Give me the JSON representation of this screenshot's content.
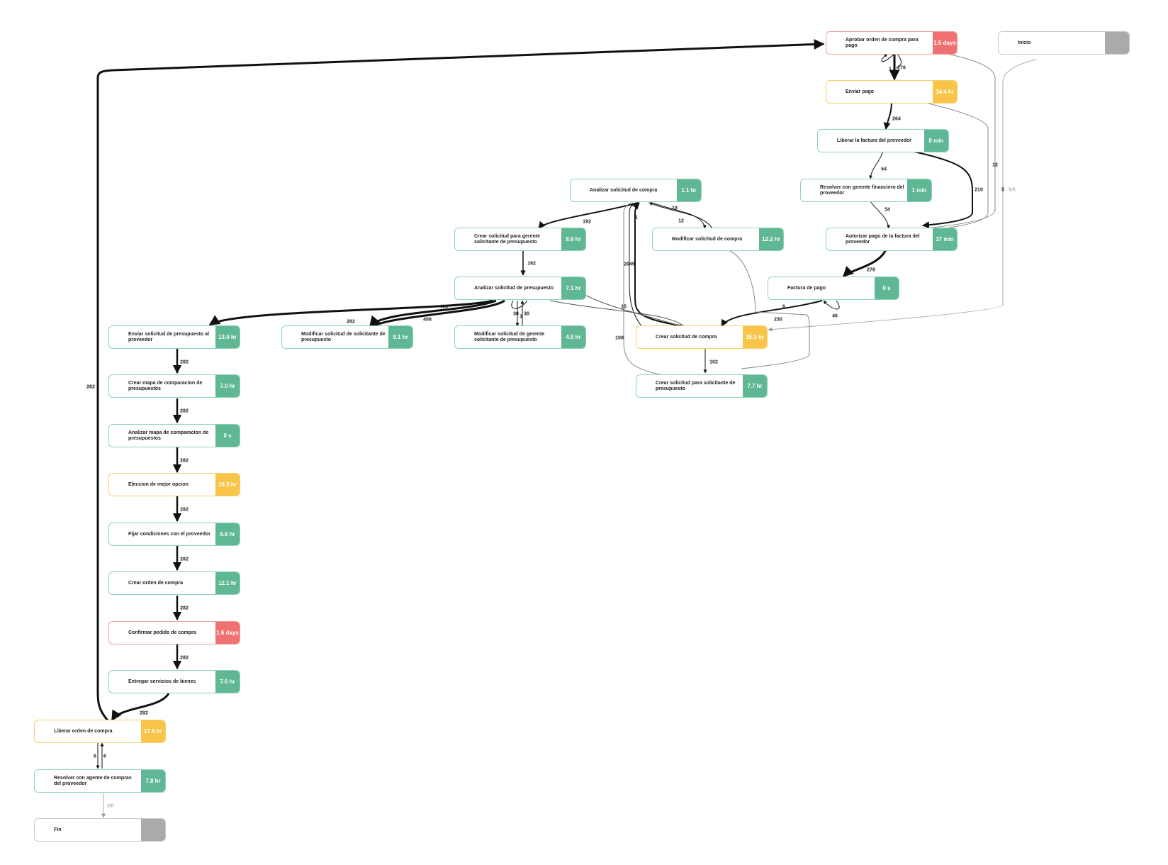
{
  "nodes": [
    {
      "id": "aprobar",
      "label": "Aprobar orden de compra para pago",
      "badge": "1.5 days",
      "kind": "red"
    },
    {
      "id": "inicio",
      "label": "Inicio",
      "badge": "",
      "kind": "gray"
    },
    {
      "id": "enviar_pago",
      "label": "Enviar pago",
      "badge": "14.4 hr",
      "kind": "yellow"
    },
    {
      "id": "liberar_factura",
      "label": "Liberar la factura del proveedor",
      "badge": "8 min",
      "kind": "green"
    },
    {
      "id": "analizar_compra",
      "label": "Analizar solicitud de compra",
      "badge": "1.1 hr",
      "kind": "green"
    },
    {
      "id": "resolver_gerente",
      "label": "Resolver con gerente financiero del proveedor",
      "badge": "1 min",
      "kind": "green"
    },
    {
      "id": "crear_gerente",
      "label": "Crear solicitud para gerente solicitante de presupuesto",
      "badge": "8.6 hr",
      "kind": "green"
    },
    {
      "id": "modificar_compra",
      "label": "Modificar solicitud de compra",
      "badge": "12.2 hr",
      "kind": "green"
    },
    {
      "id": "autorizar",
      "label": "Autorizar pago de la factura del proveedor",
      "badge": "37 min",
      "kind": "green"
    },
    {
      "id": "analizar_presupuesto",
      "label": "Analizar solicitud de presupuesto",
      "badge": "7.1 hr",
      "kind": "green"
    },
    {
      "id": "factura_pago",
      "label": "Factura de pago",
      "badge": "0 s",
      "kind": "green"
    },
    {
      "id": "enviar_proveedor",
      "label": "Enviar solicitud de presupuesto al proveedor",
      "badge": "13.0 hr",
      "kind": "green"
    },
    {
      "id": "modificar_solicitante",
      "label": "Modificar solicitud de solicitante de presupuesto",
      "badge": "9.1 hr",
      "kind": "green"
    },
    {
      "id": "modificar_gerente",
      "label": "Modificar solicitud de gerente solicitante de presupuesto",
      "badge": "4.9 hr",
      "kind": "green"
    },
    {
      "id": "crear_compra",
      "label": "Crear solicitud de compra",
      "badge": "15.3 hr",
      "kind": "yellow"
    },
    {
      "id": "crear_mapa",
      "label": "Crear mapa de comparacion de presupuestos",
      "badge": "7.0 hr",
      "kind": "green"
    },
    {
      "id": "crear_solicitante",
      "label": "Crear solicitud para solicitante de presupuesto",
      "badge": "7.7 hr",
      "kind": "green"
    },
    {
      "id": "analizar_mapa",
      "label": "Analizar mapa de comparacion de presupuestos",
      "badge": "0 s",
      "kind": "green"
    },
    {
      "id": "eleccion",
      "label": "Eleccion de mejor opcion",
      "badge": "16.5 hr",
      "kind": "yellow"
    },
    {
      "id": "fijar",
      "label": "Fijar condiciones con el proveedor",
      "badge": "6.6 hr",
      "kind": "green"
    },
    {
      "id": "crear_orden",
      "label": "Crear orden de compra",
      "badge": "12.1 hr",
      "kind": "green"
    },
    {
      "id": "confirmar",
      "label": "Confirmar pedido de compra",
      "badge": "1.6 days",
      "kind": "red"
    },
    {
      "id": "entregar",
      "label": "Entregar servicios de bienes",
      "badge": "7.6 hr",
      "kind": "green"
    },
    {
      "id": "liberar_orden",
      "label": "Liberar orden de compra",
      "badge": "17.6 hr",
      "kind": "yellow"
    },
    {
      "id": "resolver_agente",
      "label": "Resolver con agente de compras del proveedor",
      "badge": "7.8 hr",
      "kind": "green"
    },
    {
      "id": "fin",
      "label": "Fin",
      "badge": "",
      "kind": "gray"
    }
  ],
  "edge_labels": [
    {
      "id": "e1",
      "text": "1"
    },
    {
      "id": "e276a",
      "text": "276"
    },
    {
      "id": "e264",
      "text": "264"
    },
    {
      "id": "e12a",
      "text": "12"
    },
    {
      "id": "e54a",
      "text": "54"
    },
    {
      "id": "e210",
      "text": "210"
    },
    {
      "id": "e5",
      "text": "5"
    },
    {
      "id": "eleft1",
      "text": "left"
    },
    {
      "id": "e54b",
      "text": "54"
    },
    {
      "id": "e192a",
      "text": "192"
    },
    {
      "id": "e18",
      "text": "18"
    },
    {
      "id": "e12b",
      "text": "12"
    },
    {
      "id": "e1b",
      "text": "1"
    },
    {
      "id": "e192b",
      "text": "192"
    },
    {
      "id": "e2045",
      "text": "2045"
    },
    {
      "id": "e276b",
      "text": "276"
    },
    {
      "id": "e408a",
      "text": "408"
    },
    {
      "id": "e408b",
      "text": "408"
    },
    {
      "id": "e282a",
      "text": "282"
    },
    {
      "id": "e30a",
      "text": "30"
    },
    {
      "id": "e30b",
      "text": "30"
    },
    {
      "id": "e3",
      "text": "3"
    },
    {
      "id": "e15",
      "text": "15"
    },
    {
      "id": "e6a",
      "text": "6"
    },
    {
      "id": "e230",
      "text": "230"
    },
    {
      "id": "e46",
      "text": "46"
    },
    {
      "id": "e108",
      "text": "108"
    },
    {
      "id": "e282b",
      "text": "282"
    },
    {
      "id": "e102",
      "text": "102"
    },
    {
      "id": "e282c",
      "text": "282"
    },
    {
      "id": "e282d",
      "text": "282"
    },
    {
      "id": "e282e",
      "text": "282"
    },
    {
      "id": "e282f",
      "text": "282"
    },
    {
      "id": "e282g",
      "text": "282"
    },
    {
      "id": "e282h",
      "text": "282"
    },
    {
      "id": "e282i",
      "text": "282"
    },
    {
      "id": "e282j",
      "text": "282"
    },
    {
      "id": "e6b",
      "text": "6"
    },
    {
      "id": "e6c",
      "text": "6"
    },
    {
      "id": "eleft2",
      "text": "left"
    }
  ]
}
